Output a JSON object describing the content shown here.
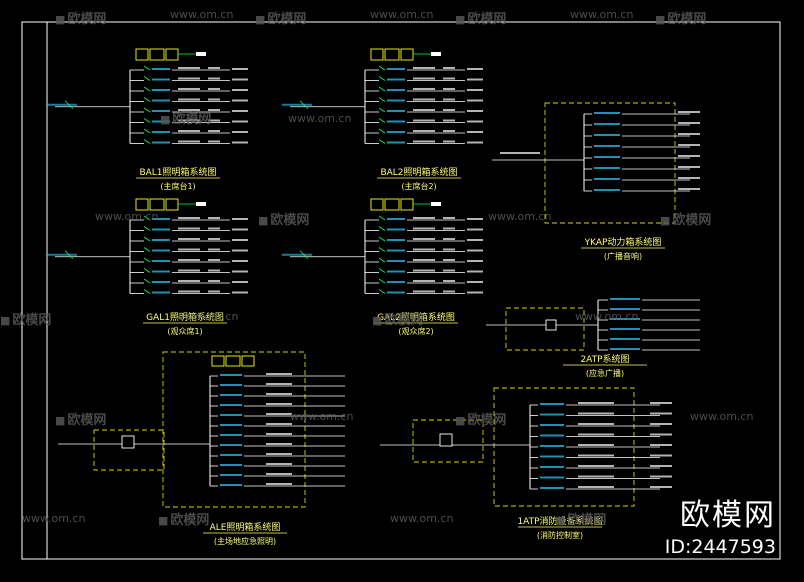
{
  "colors": {
    "background": "#000000",
    "frame": "#ffffff",
    "box": "#ffff00",
    "dashed": "#d4d400",
    "wire": "#ffffff",
    "cyan": "#2ad0ff",
    "green": "#00ff44",
    "yellow_text": "#ffff66",
    "watermark": "#555555"
  },
  "diagrams": [
    {
      "id": "bal1",
      "title": "BAL1照明箱系统图",
      "subtitle": "(主席台1)"
    },
    {
      "id": "bal2",
      "title": "BAL2照明箱系统图",
      "subtitle": "(主席台2)"
    },
    {
      "id": "ykap",
      "title": "YKAP动力箱系统图",
      "subtitle": "(广播音响)"
    },
    {
      "id": "gal1",
      "title": "GAL1照明箱系统图",
      "subtitle": "(观众席1)"
    },
    {
      "id": "gal2",
      "title": "GAL2照明箱系统图",
      "subtitle": "(观众席2)"
    },
    {
      "id": "2atp",
      "title": "2ATP系统图",
      "subtitle": "(应急广播)"
    },
    {
      "id": "ale",
      "title": "ALE照明箱系统图",
      "subtitle": "(主场地应急照明)"
    },
    {
      "id": "1atp",
      "title": "1ATP消防设备系统图",
      "subtitle": "(消防控制室)"
    }
  ],
  "watermarks": {
    "brand": "欧模网",
    "url": "www.om.cn",
    "logo_text": "欧模网",
    "id_text": "ID:2447593"
  }
}
